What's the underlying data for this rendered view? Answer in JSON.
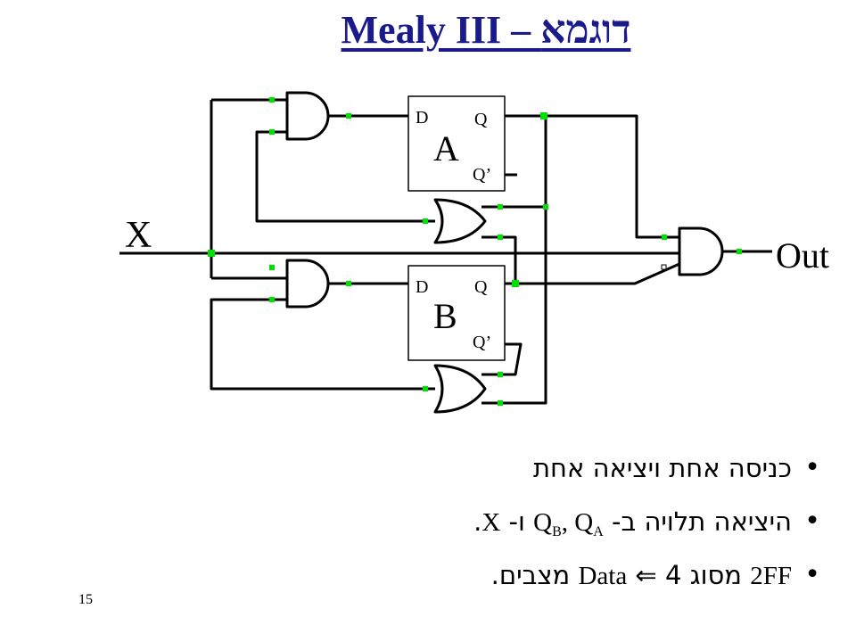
{
  "title": "Mealy III – דוגמא",
  "page_number": "15",
  "diagram": {
    "input_label": "X",
    "output_label": "Out",
    "ff_a": {
      "name": "A",
      "d_label": "D",
      "q_label": "Q",
      "qn_label": "Q’"
    },
    "ff_b": {
      "name": "B",
      "d_label": "D",
      "q_label": "Q",
      "qn_label": "Q’"
    },
    "wire_color": "#000000",
    "node_color": "#00e000"
  },
  "bullets": [
    {
      "text": "כניסה אחת ויציאה אחת"
    },
    {
      "p1": "היציאה תלויה ב- ",
      "qa": "Q",
      "qa_sub": "A",
      "comma": ", ",
      "qb": "Q",
      "qb_sub": "B",
      "p2": " ו- ",
      "x": "X",
      "end": "."
    },
    {
      "ff": "2FF",
      "type": " מסוג ",
      "data": "Data",
      "arrow": " ⇐ ",
      "states": "4 מצבים."
    }
  ]
}
